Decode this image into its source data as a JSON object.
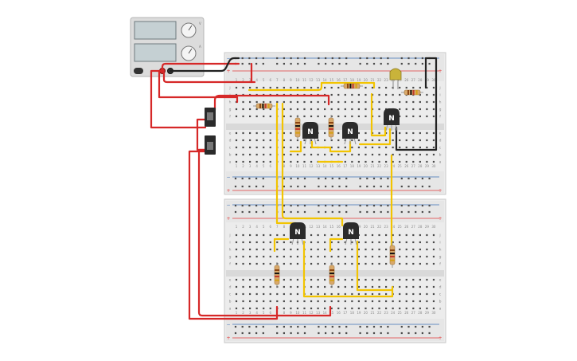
{
  "power_supply": {
    "meter_voltage": "",
    "meter_current": "",
    "knob_voltage": "V",
    "knob_current": "A",
    "terminal_plus": "+",
    "terminal_minus": "−"
  },
  "breadboards": [
    {
      "id": "top",
      "column_numbers": [
        "1",
        "2",
        "3",
        "4",
        "5",
        "6",
        "7",
        "8",
        "9",
        "10",
        "11",
        "12",
        "13",
        "14",
        "15",
        "16",
        "17",
        "18",
        "19",
        "20",
        "21",
        "22",
        "23",
        "24",
        "25",
        "26",
        "27",
        "28",
        "29",
        "30"
      ],
      "row_letters_top": [
        "j",
        "i",
        "h",
        "g",
        "f"
      ],
      "row_letters_bottom": [
        "e",
        "d",
        "c",
        "b",
        "a"
      ],
      "rail_plus": "+",
      "rail_minus": "−"
    },
    {
      "id": "bottom",
      "column_numbers": [
        "1",
        "2",
        "3",
        "4",
        "5",
        "6",
        "7",
        "8",
        "9",
        "10",
        "11",
        "12",
        "13",
        "14",
        "15",
        "16",
        "17",
        "18",
        "19",
        "20",
        "21",
        "22",
        "23",
        "24",
        "25",
        "26",
        "27",
        "28",
        "29",
        "30"
      ],
      "row_letters_top": [
        "j",
        "i",
        "h",
        "g",
        "f"
      ],
      "row_letters_bottom": [
        "e",
        "d",
        "c",
        "b",
        "a"
      ],
      "rail_plus": "+",
      "rail_minus": "−"
    }
  ],
  "transistors": [
    {
      "id": "q1",
      "label": "N"
    },
    {
      "id": "q2",
      "label": "N"
    },
    {
      "id": "q3",
      "label": "N"
    },
    {
      "id": "q4",
      "label": "N"
    },
    {
      "id": "q5",
      "label": "N"
    }
  ],
  "colors": {
    "wire_red": "#d62828",
    "wire_black": "#222222",
    "wire_yellow": "#f2c400",
    "board": "#ececec",
    "rail_red": "#e23b3b",
    "rail_blue": "#3c6fb4",
    "led": "#c9b33a",
    "transistor": "#2b2b2b",
    "resistor": "#d9a96a"
  }
}
